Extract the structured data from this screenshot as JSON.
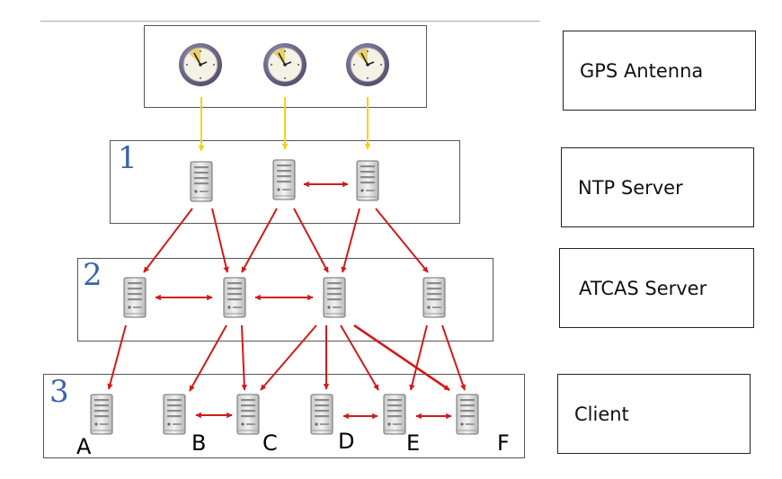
{
  "legend": {
    "gps": "GPS Antenna",
    "ntp": "NTP Server",
    "atcas": "ATCAS Server",
    "client": "Client"
  },
  "tiers": {
    "t1": "1",
    "t2": "2",
    "t3": "3"
  },
  "clients": {
    "a": "A",
    "b": "B",
    "c": "C",
    "d": "D",
    "e": "E",
    "f": "F"
  },
  "colors": {
    "gps_arrow": "#f2d31b",
    "link_arrow": "#d11a1a",
    "tier_number": "#3a63a8",
    "clock_face": "#f4f1e6",
    "clock_ring": "#6b6585",
    "clock_sector": "#e8d06a"
  },
  "icons": {
    "gps": "clock-icon",
    "server": "server-icon"
  }
}
